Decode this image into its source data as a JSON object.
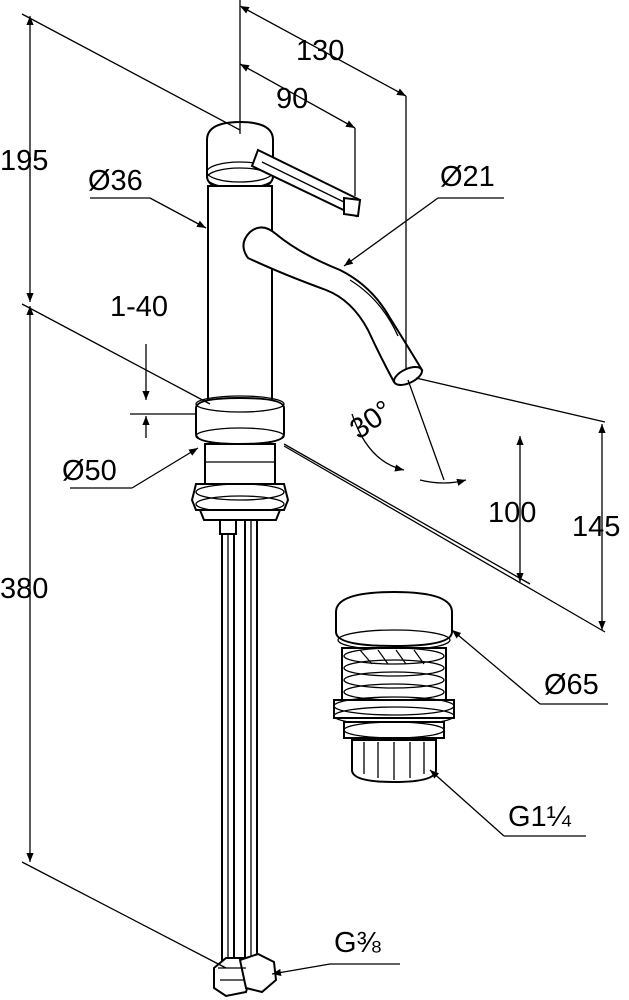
{
  "labels": {
    "dim_130": "130",
    "dim_90": "90",
    "dim_195": "195",
    "dim_d36": "Ø36",
    "dim_d21": "Ø21",
    "dim_1_40": "1-40",
    "dim_30deg": "30°",
    "dim_d50": "Ø50",
    "dim_100": "100",
    "dim_145": "145",
    "dim_380": "380",
    "dim_d65": "Ø65",
    "dim_g114": "G1¼",
    "dim_g38": "G⅜"
  }
}
